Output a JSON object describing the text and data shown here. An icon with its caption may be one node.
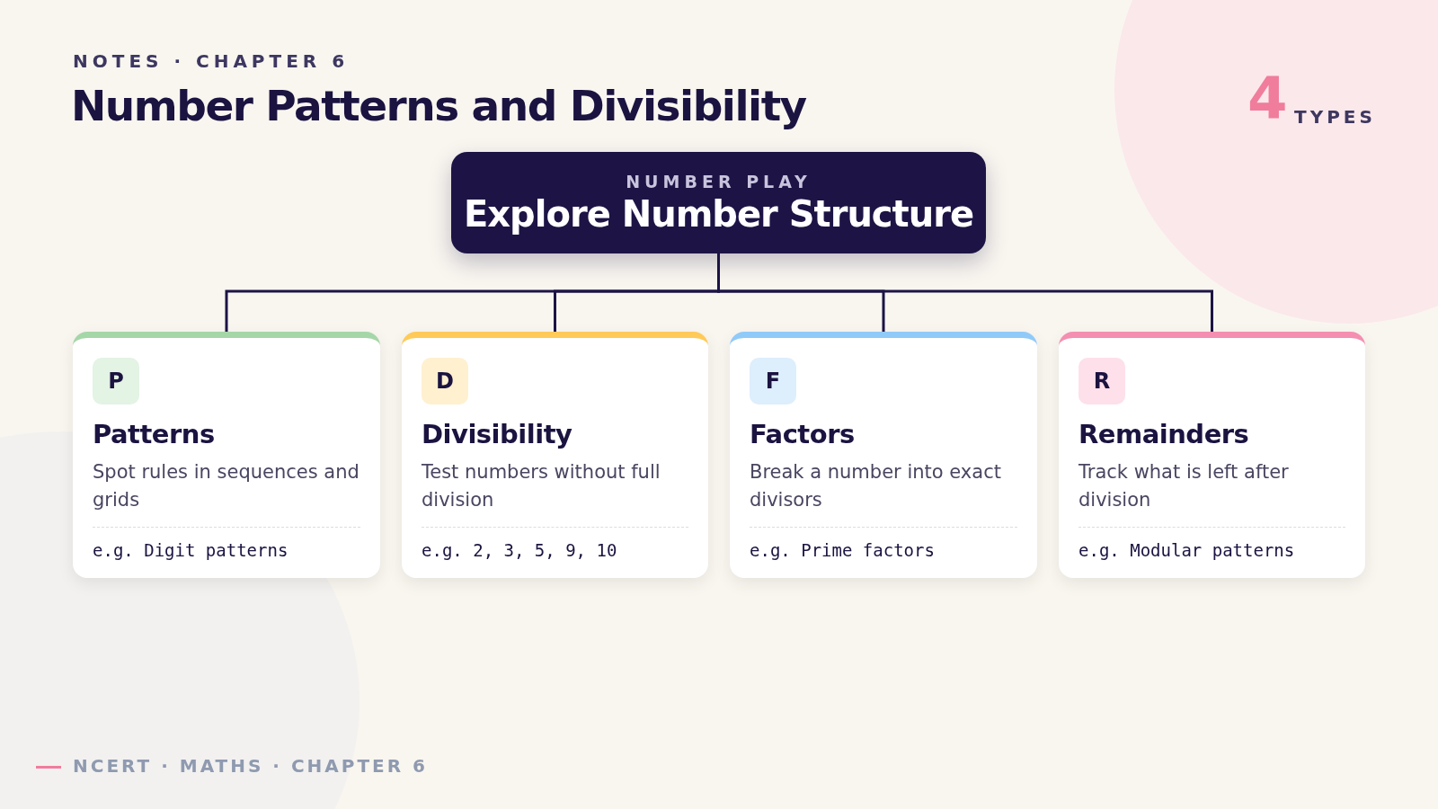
{
  "diagram": {
    "title": "Number Patterns and Divisibility",
    "nodes": [
      {
        "text": [
          "NUMBER PLAY",
          "Explore Number Structure"
        ]
      },
      {
        "text": [
          "P",
          "Patterns",
          "Spot rules in sequences and grids",
          "e.g. Digit patterns"
        ]
      },
      {
        "text": [
          "D",
          "Divisibility",
          "Test numbers without full division",
          "e.g. 2, 3, 5, 9, 10"
        ]
      },
      {
        "text": [
          "F",
          "Factors",
          "Break a number into exact divisors",
          "e.g. Prime factors"
        ]
      },
      {
        "text": [
          "R",
          "Remainders",
          "Track what is left after division",
          "e.g. Modular patterns"
        ]
      }
    ],
    "edges": [
      {
        "from": 0,
        "to": 1,
        "arrow": "none"
      },
      {
        "from": 0,
        "to": 2,
        "arrow": "none"
      },
      {
        "from": 0,
        "to": 3,
        "arrow": "none"
      },
      {
        "from": 0,
        "to": 4,
        "arrow": "none"
      }
    ],
    "labels": [
      "NOTES · CHAPTER 6",
      "4",
      "TYPES",
      "NCERT · MATHS · CHAPTER 6"
    ]
  }
}
